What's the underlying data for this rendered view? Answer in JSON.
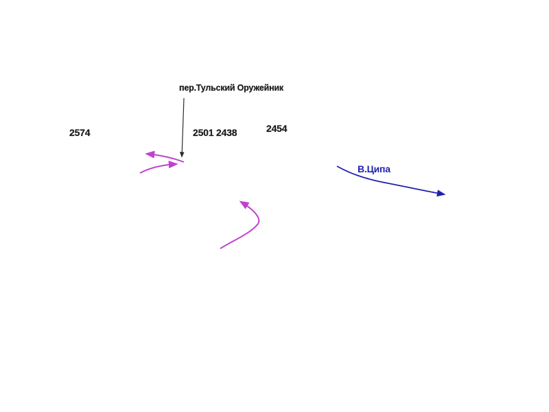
{
  "map": {
    "place_name": "пер.Тульский Оружейник",
    "route_name": "В.Ципа",
    "elevations": {
      "left": "2574",
      "center": "2501 2438",
      "right": "2454"
    },
    "colors": {
      "background": "#ffffff",
      "pointer_arrow": "#2a2a2a",
      "route_arrows": "#c040d0",
      "river": "#2020b0",
      "text_dark": "#1b1b1b",
      "text_blue": "#2020b0"
    }
  }
}
